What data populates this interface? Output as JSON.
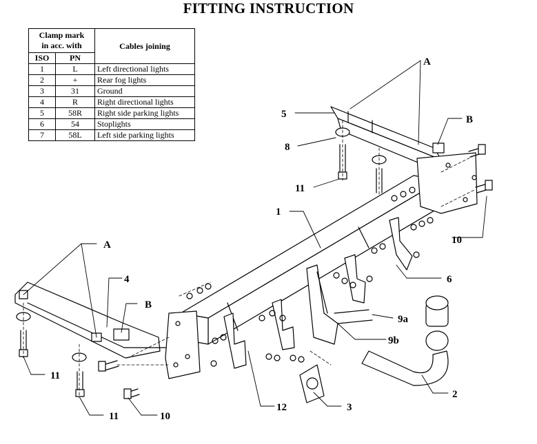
{
  "title": "FITTING INSTRUCTION",
  "table": {
    "header_clamp": [
      "Clamp mark",
      "in acc. with"
    ],
    "header_cables": "Cables joining",
    "col_iso": "ISO",
    "col_pn": "PN",
    "rows": [
      {
        "iso": "1",
        "pn": "L",
        "cable": "Left directional lights"
      },
      {
        "iso": "2",
        "pn": "+",
        "cable": "Rear fog lights"
      },
      {
        "iso": "3",
        "pn": "31",
        "cable": "Ground"
      },
      {
        "iso": "4",
        "pn": "R",
        "cable": "Right directional lights"
      },
      {
        "iso": "5",
        "pn": "58R",
        "cable": "Right side parking lights"
      },
      {
        "iso": "6",
        "pn": "54",
        "cable": "Stoplights"
      },
      {
        "iso": "7",
        "pn": "58L",
        "cable": "Left side parking lights"
      }
    ]
  },
  "callouts": {
    "A_top": "A",
    "B_top": "B",
    "n5": "5",
    "n8": "8",
    "n11_top": "11",
    "n1": "1",
    "n10_right": "10",
    "A_left": "A",
    "n4": "4",
    "B_left": "B",
    "n6": "6",
    "n9a": "9a",
    "n9b": "9b",
    "n2": "2",
    "n11_left": "11",
    "n11_bottom": "11",
    "n10_bottom": "10",
    "n12": "12",
    "n3": "3"
  }
}
